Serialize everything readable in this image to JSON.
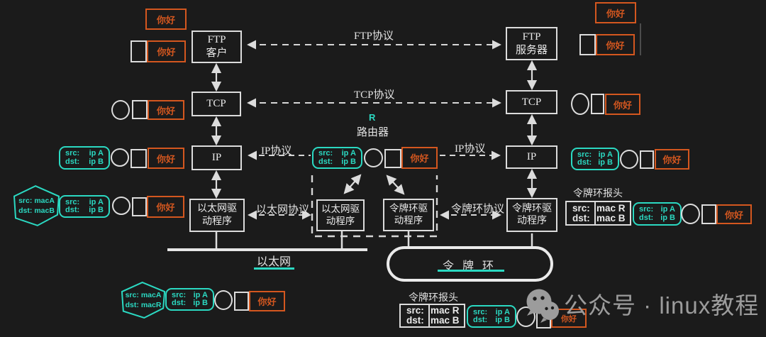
{
  "colors": {
    "background": "#1b1b1b",
    "line": "#dcdcdc",
    "orange": "#d4571f",
    "cyan": "#2bd9c2",
    "wm": "#9c9c9c"
  },
  "labels": {
    "hello": "你好",
    "src": "src:",
    "dst": "dst:",
    "ip_a": "ip A",
    "ip_b": "ip B",
    "mac_a": "macA",
    "mac_b_hex": "macB",
    "mac_r_hex": "macR",
    "mac_r": "mac R",
    "mac_b": "mac B",
    "ftp": "FTP",
    "ftp_client": "客户",
    "ftp_server": "服务器",
    "tcp": "TCP",
    "ip": "IP",
    "eth_drv_1": "以太网驱",
    "tok_drv_1": "令牌环驱",
    "drv_2": "动程序",
    "router_r": "R",
    "router": "路由器",
    "ftp_proto": "FTP协议",
    "tcp_proto": "TCP协议",
    "ip_proto": "IP协议",
    "eth_proto": "以太网协议",
    "tok_proto": "令牌环协议",
    "ethernet": "以太网",
    "token_ring": "令 牌 环",
    "token_header": "令牌环报头",
    "watermark": "公众号 · linux教程"
  }
}
